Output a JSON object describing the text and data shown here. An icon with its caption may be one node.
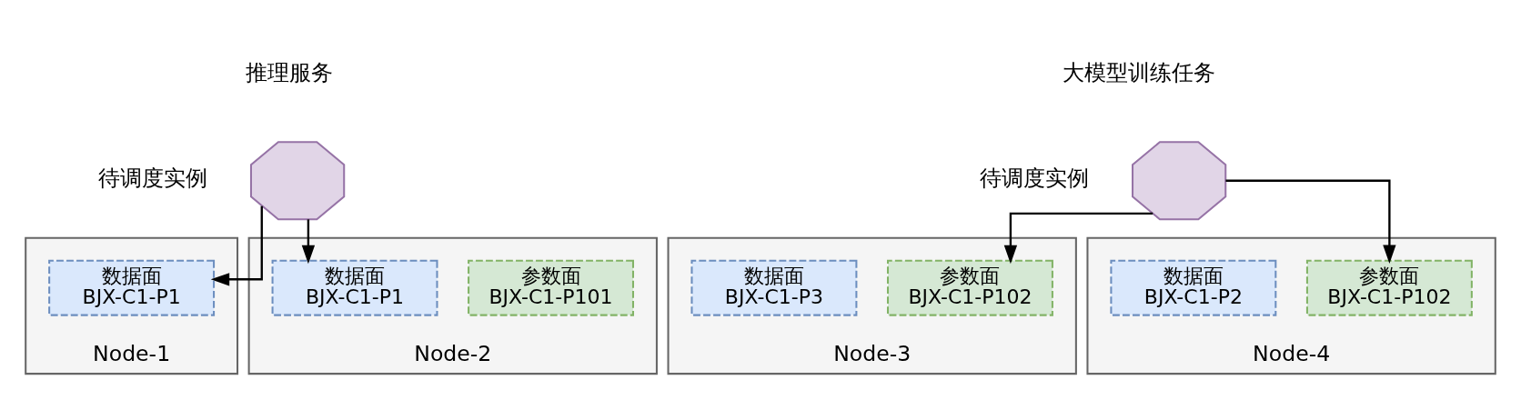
{
  "diagram": {
    "nodes": [
      {
        "text": [],
        "shape": "octagon",
        "beside": [
          "推理服务",
          "待调度实例"
        ]
      },
      {
        "text": [],
        "shape": "octagon",
        "beside": [
          "大模型训练任务",
          "待调度实例"
        ]
      },
      {
        "text": [
          "Node-1"
        ]
      },
      {
        "text": [
          "数据面",
          "BJX-C1-P1"
        ],
        "in": 2
      },
      {
        "text": [
          "Node-2"
        ]
      },
      {
        "text": [
          "数据面",
          "BJX-C1-P1"
        ],
        "in": 4
      },
      {
        "text": [
          "参数面",
          "BJX-C1-P101"
        ],
        "in": 4
      },
      {
        "text": [
          "Node-3"
        ]
      },
      {
        "text": [
          "数据面",
          "BJX-C1-P3"
        ],
        "in": 7
      },
      {
        "text": [
          "参数面",
          "BJX-C1-P102"
        ],
        "in": 7
      },
      {
        "text": [
          "Node-4"
        ]
      },
      {
        "text": [
          "数据面",
          "BJX-C1-P2"
        ],
        "in": 10
      },
      {
        "text": [
          "参数面",
          "BJX-C1-P102"
        ],
        "in": 10
      }
    ],
    "edges": [
      {
        "from": 0,
        "to": 3,
        "arrow": "to"
      },
      {
        "from": 0,
        "to": 5,
        "arrow": "to"
      },
      {
        "from": 1,
        "to": 9,
        "arrow": "to"
      },
      {
        "from": 1,
        "to": 12,
        "arrow": "to"
      }
    ]
  }
}
